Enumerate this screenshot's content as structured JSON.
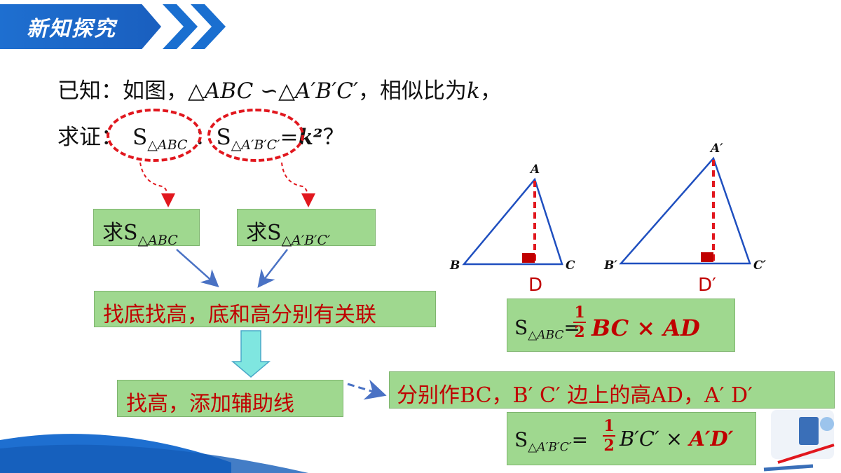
{
  "header": {
    "title": "新知探究"
  },
  "given": {
    "prefix": "已知：如图，",
    "tri_sym": "△",
    "tri1": "ABC",
    "similar": "∽",
    "tri2": "A′B′C′",
    "suffix": "，相似比为",
    "k": "k",
    "end": "，"
  },
  "prove": {
    "label": "求证：",
    "s": "S",
    "sub1": "△ABC",
    "colon": "：",
    "sub2": "△A′B′C′",
    "eq": "=",
    "k2": "k²",
    "q": "？"
  },
  "flow": {
    "box1": {
      "prefix": "求S",
      "sub": "△ABC"
    },
    "box2": {
      "prefix": "求S",
      "sub": "△A′B′C′"
    },
    "box3": "找底找高，底和高分别有关联",
    "box4": "找高，添加辅助线",
    "box5": "分别作BC，B′ C′ 边上的高AD，A′ D′"
  },
  "formula1": {
    "s": "S",
    "sub": "△ABC",
    "eq": "=",
    "num": "1",
    "den": "2",
    "expr": "BC × AD"
  },
  "formula2": {
    "s": "S",
    "sub": "△A′B′C′",
    "eq": "=",
    "num": "1",
    "den": "2",
    "expr1": "B′C′ × ",
    "expr2": "A′D′"
  },
  "triangle1": {
    "A": "A",
    "B": "B",
    "C": "C",
    "D": "D"
  },
  "triangle2": {
    "A": "A′",
    "B": "B′",
    "C": "C′",
    "D": "D′"
  },
  "colors": {
    "accent": "#1e6fd0",
    "box": "#9fd88f",
    "red": "#c00000",
    "oval": "#e1171e",
    "arrow": "#4a72c4"
  }
}
